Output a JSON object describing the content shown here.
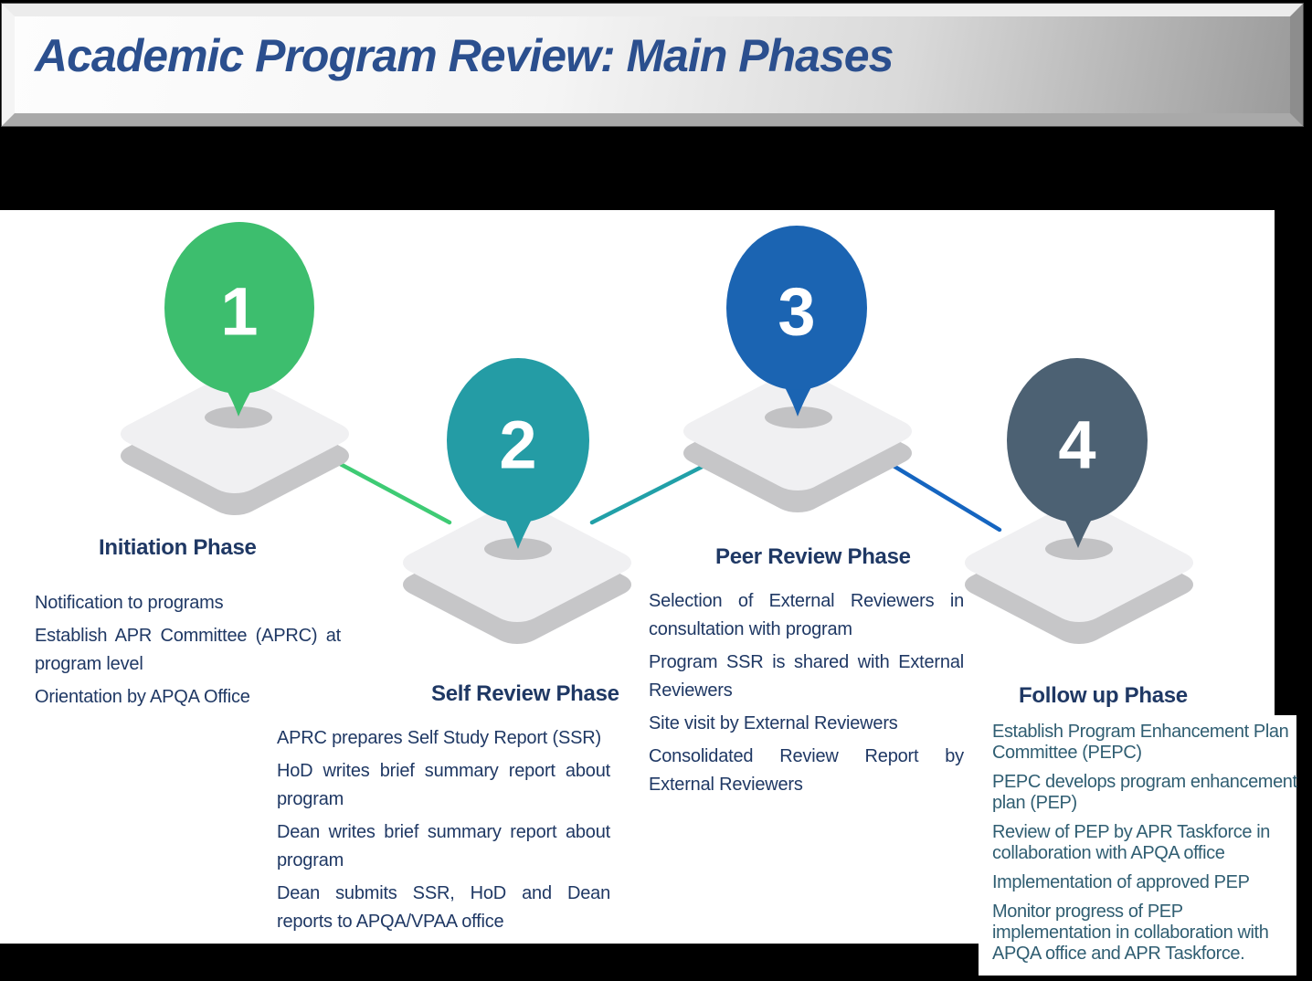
{
  "header": {
    "title": "Academic Program Review: Main Phases"
  },
  "icons": {
    "phase_marker": "map-pin"
  },
  "colors": {
    "background": "#000000",
    "panel": "#ffffff",
    "header_title_blue": "#2b4f8e",
    "phase_title_navy": "#1f3864",
    "body_text_navy": "#1f3864",
    "followup_text_teal": "#305e72",
    "platform_top": "#f0f0f2",
    "platform_side": "#c6c6c8"
  },
  "phases": [
    {
      "number": "1",
      "title": "Initiation Phase",
      "color": "#3dbe6e",
      "items": [
        "Notification to programs",
        "Establish APR Committee (APRC) at program level",
        "Orientation by APQA Office"
      ]
    },
    {
      "number": "2",
      "title": "Self Review Phase",
      "color": "#249ca5",
      "items": [
        "APRC prepares Self Study Report (SSR)",
        "HoD writes brief summary report about program",
        "Dean writes brief summary report about program",
        "Dean submits SSR, HoD and Dean reports to APQA/VPAA office"
      ]
    },
    {
      "number": "3",
      "title": "Peer Review Phase",
      "color": "#1b64b2",
      "items": [
        "Selection of External Reviewers in consultation with program",
        "Program SSR is shared with External Reviewers",
        "Site visit by External Reviewers",
        "Consolidated Review Report by External Reviewers"
      ]
    },
    {
      "number": "4",
      "title": "Follow up Phase",
      "color": "#4c6173",
      "items": [
        "Establish Program Enhancement Plan Committee (PEPC)",
        "PEPC develops program enhancement plan (PEP)",
        "Review of PEP by APR Taskforce in collaboration with APQA office",
        "Implementation of approved PEP",
        "Monitor progress of PEP implementation in collaboration with APQA office and APR Taskforce."
      ]
    }
  ],
  "connectors": [
    {
      "from": "1",
      "to": "2",
      "color": "#3ecb74"
    },
    {
      "from": "2",
      "to": "3",
      "color": "#21a0a8"
    },
    {
      "from": "3",
      "to": "4",
      "color": "#1565c0"
    }
  ]
}
